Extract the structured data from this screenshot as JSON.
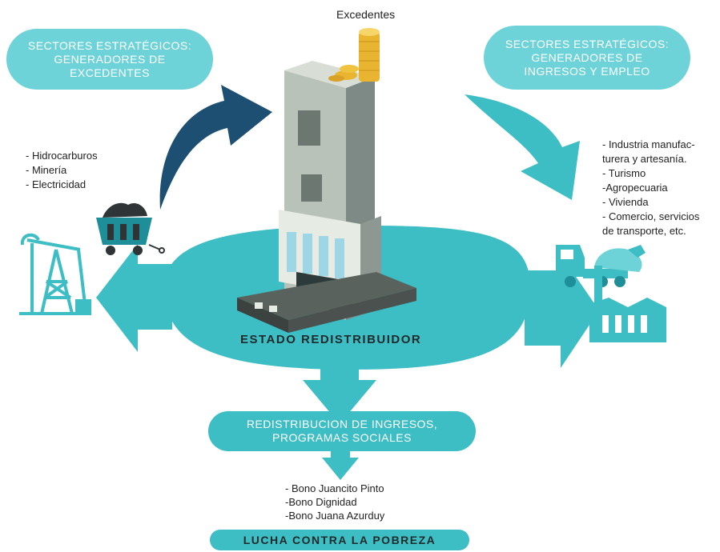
{
  "top_label": "Excedentes",
  "left_pill": {
    "line1": "SECTORES ESTRATÉGICOS:",
    "line2": "GENERADORES DE",
    "line3": "EXCEDENTES"
  },
  "right_pill": {
    "line1": "SECTORES ESTRATÉGICOS:",
    "line2": "GENERADORES DE",
    "line3": "INGRESOS Y EMPLEO"
  },
  "left_list": [
    "- Hidrocarburos",
    "- Minería",
    "- Electricidad"
  ],
  "right_list": [
    "- Industria manufac-",
    "turera y artesanía.",
    "- Turismo",
    "-Agropecuaria",
    "- Vivienda",
    "- Comercio, servicios",
    "de transporte, etc."
  ],
  "center_label": "ESTADO REDISTRIBUIDOR",
  "redistribution_pill": {
    "line1": "REDISTRIBUCION DE INGRESOS,",
    "line2": "PROGRAMAS SOCIALES"
  },
  "bonos_list": [
    "- Bono Juancito Pinto",
    "-Bono Dignidad",
    "-Bono Juana Azurduy"
  ],
  "bottom_pill": "LUCHA CONTRA LA POBREZA",
  "colors": {
    "teal": "#3dbdc4",
    "teal_light": "#6dd3d8",
    "navy": "#1d4f73",
    "gold": "#e9b531",
    "building_gray": "#b9c2b8"
  }
}
